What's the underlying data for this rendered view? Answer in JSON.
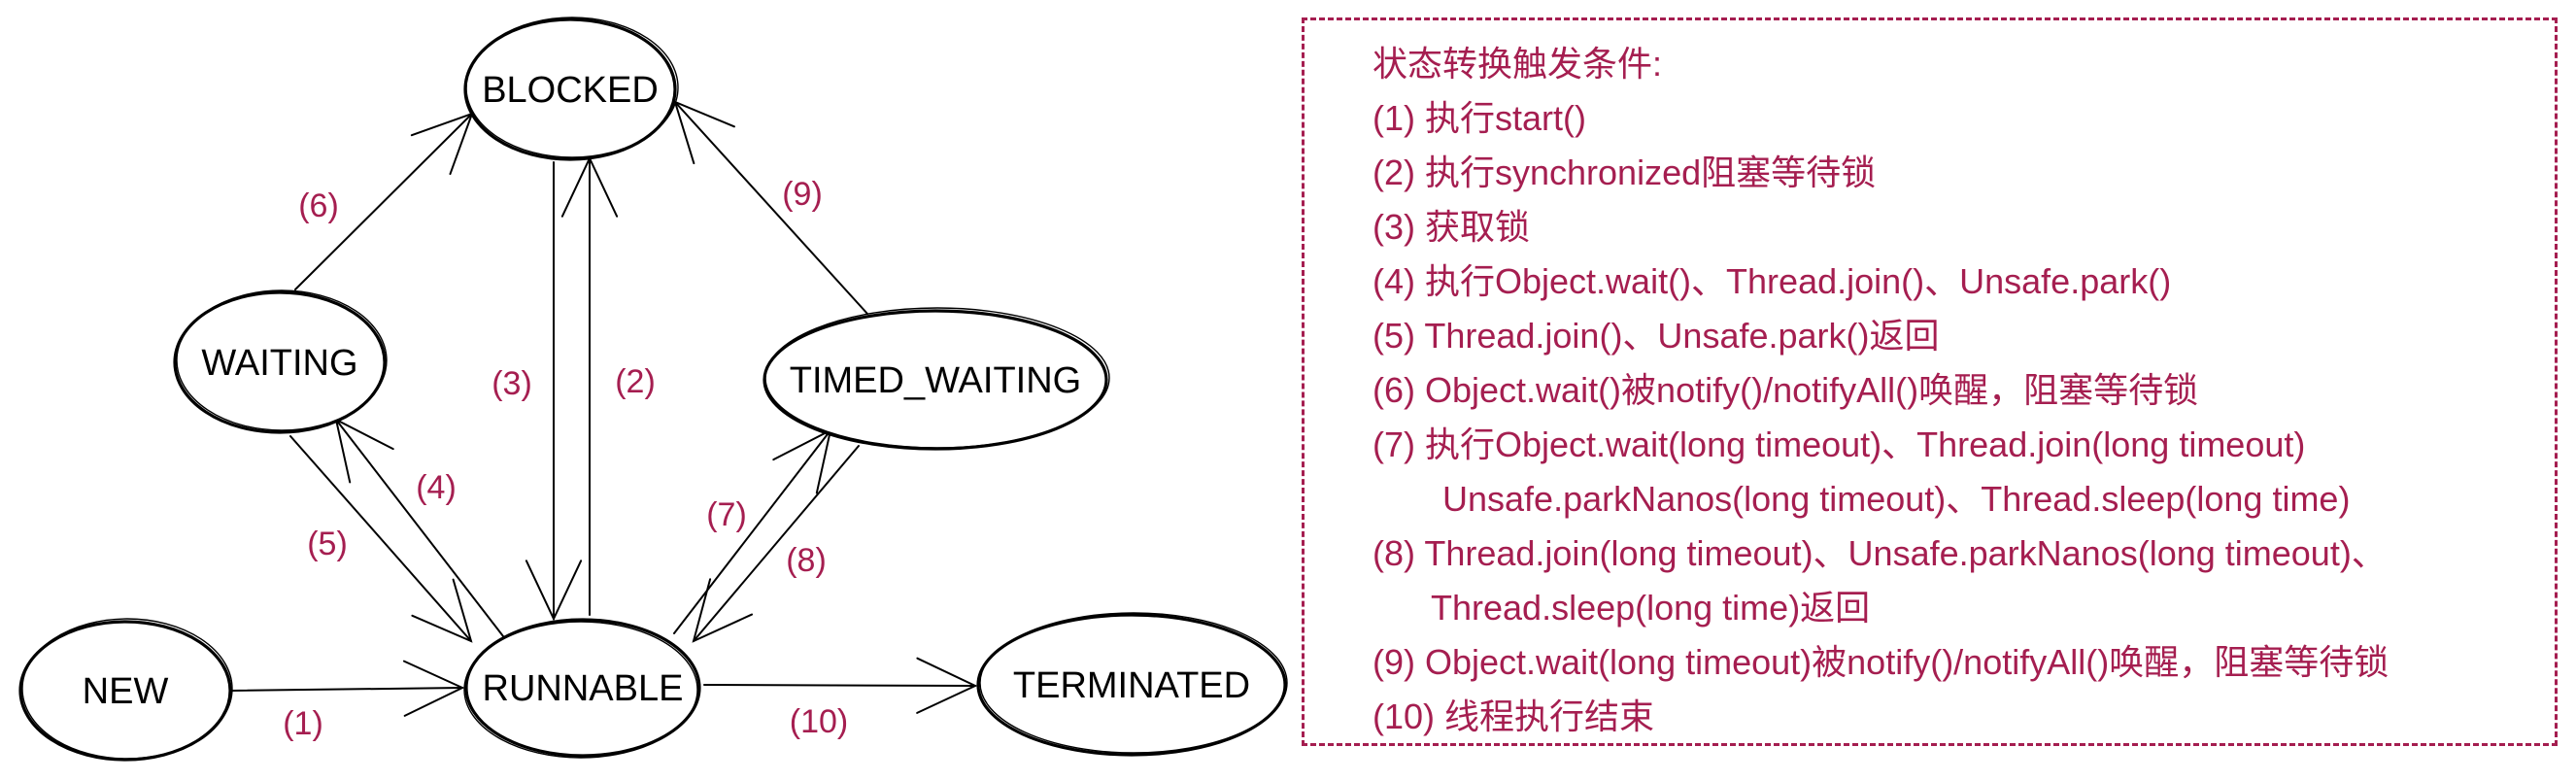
{
  "colors": {
    "accent": "#A51E50",
    "node_stroke": "#000000",
    "background": "#ffffff"
  },
  "diagram": {
    "title": "Java thread state transition diagram",
    "nodes": [
      {
        "id": "blocked",
        "label": "BLOCKED"
      },
      {
        "id": "waiting",
        "label": "WAITING"
      },
      {
        "id": "timed_waiting",
        "label": "TIMED_WAITING"
      },
      {
        "id": "new",
        "label": "NEW"
      },
      {
        "id": "runnable",
        "label": "RUNNABLE"
      },
      {
        "id": "terminated",
        "label": "TERMINATED"
      }
    ],
    "edges": [
      {
        "label": "(1)",
        "from": "new",
        "to": "runnable"
      },
      {
        "label": "(2)",
        "from": "runnable",
        "to": "blocked"
      },
      {
        "label": "(3)",
        "from": "blocked",
        "to": "runnable"
      },
      {
        "label": "(4)",
        "from": "runnable",
        "to": "waiting"
      },
      {
        "label": "(5)",
        "from": "waiting",
        "to": "runnable"
      },
      {
        "label": "(6)",
        "from": "waiting",
        "to": "blocked"
      },
      {
        "label": "(7)",
        "from": "runnable",
        "to": "timed_waiting"
      },
      {
        "label": "(8)",
        "from": "timed_waiting",
        "to": "runnable"
      },
      {
        "label": "(9)",
        "from": "timed_waiting",
        "to": "blocked"
      },
      {
        "label": "(10)",
        "from": "runnable",
        "to": "terminated"
      }
    ]
  },
  "legend": {
    "heading": "状态转换触发条件:",
    "lines": [
      "(1) 执行start()",
      "(2) 执行synchronized阻塞等待锁",
      "(3) 获取锁",
      "(4) 执行Object.wait()、Thread.join()、Unsafe.park()",
      "(5) Thread.join()、Unsafe.park()返回",
      "(6) Object.wait()被notify()/notifyAll()唤醒，阻塞等待锁",
      "(7) 执行Object.wait(long timeout)、Thread.join(long timeout)",
      "Unsafe.parkNanos(long timeout)、Thread.sleep(long time)",
      "(8) Thread.join(long timeout)、Unsafe.parkNanos(long timeout)、",
      "Thread.sleep(long time)返回",
      "(9) Object.wait(long timeout)被notify()/notifyAll()唤醒，阻塞等待锁",
      "(10) 线程执行结束"
    ]
  }
}
